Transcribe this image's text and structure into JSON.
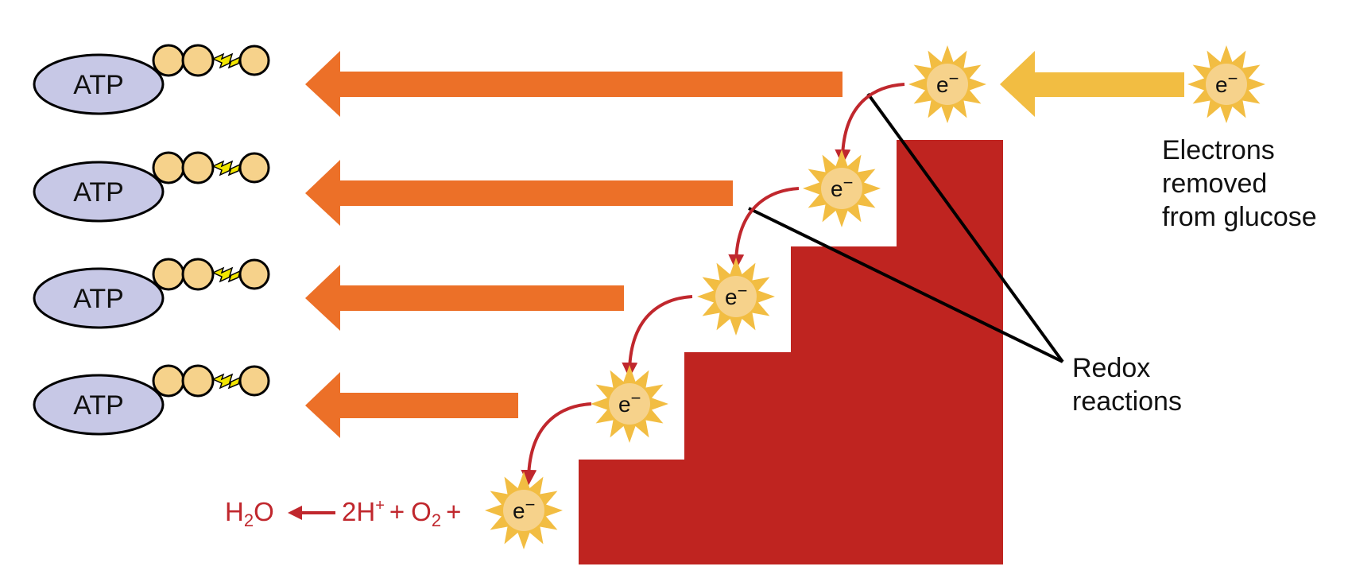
{
  "colors": {
    "atp_body": "#c7c8e6",
    "phosphate": "#f6d28b",
    "bond": "#f2e600",
    "energy_arrow": "#ec7028",
    "input_arrow": "#f2bd42",
    "staircase": "#bf2420",
    "electron_star": "#f2bd42",
    "electron_core": "#f6d28b",
    "redox_curve": "#c0272d",
    "equation": "#c0272d"
  },
  "atp": {
    "label": "ATP",
    "count": 4
  },
  "electron": {
    "symbol": "e",
    "charge": "−"
  },
  "labels": {
    "electrons_source": [
      "Electrons",
      "removed",
      "from glucose"
    ],
    "redox": [
      "Redox",
      "reactions"
    ]
  },
  "equation": {
    "product": "H",
    "product_sub": "2",
    "product_tail": "O",
    "reactant_h": "2H",
    "reactant_h_sup": "+",
    "plus_1": "+",
    "reactant_o": "O",
    "reactant_o_sub": "2",
    "plus_2": "+"
  }
}
